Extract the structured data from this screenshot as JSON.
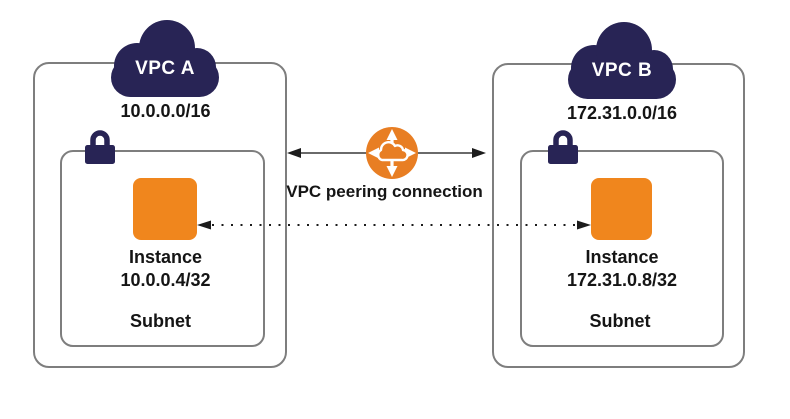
{
  "diagram": {
    "vpcs": [
      {
        "name": "VPC A",
        "cidr": "10.0.0.0/16",
        "instance_label": "Instance",
        "instance_ip": "10.0.0.4/32",
        "subnet_label": "Subnet"
      },
      {
        "name": "VPC B",
        "cidr": "172.31.0.0/16",
        "instance_label": "Instance",
        "instance_ip": "172.31.0.8/32",
        "subnet_label": "Subnet"
      }
    ],
    "peering_label": "VPC peering connection",
    "icons": {
      "vpc_cloud": "cloud-icon",
      "subnet_lock": "lock-icon",
      "instance": "instance-square-icon",
      "peering": "vpc-peering-icon",
      "solid_link": "double-arrow",
      "dotted_link": "dotted-double-arrow"
    },
    "colors": {
      "navy": "#282455",
      "instance_orange": "#F0861D",
      "icon_orange": "#E87E23",
      "border_gray": "#7E7E7E",
      "line_gray": "#6A6A6A",
      "arrow_dark": "#1C1C1C",
      "text": "#151515"
    }
  }
}
